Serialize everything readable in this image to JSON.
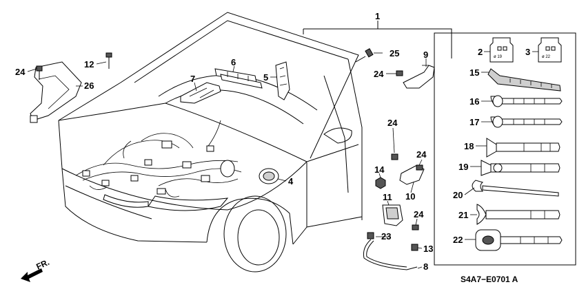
{
  "callouts": {
    "c1": "1",
    "c2": "2",
    "c3": "3",
    "c4": "4",
    "c5": "5",
    "c6": "6",
    "c7": "7",
    "c8": "8",
    "c9": "9",
    "c10": "10",
    "c11": "11",
    "c12": "12",
    "c13": "13",
    "c14": "14",
    "c15": "15",
    "c16": "16",
    "c17": "17",
    "c18": "18",
    "c19": "19",
    "c20": "20",
    "c21": "21",
    "c22": "22",
    "c23": "23",
    "c24a": "24",
    "c24b": "24",
    "c24c": "24",
    "c24d": "24",
    "c24e": "24",
    "c25": "25",
    "c26": "26"
  },
  "clip_labels": {
    "clip2": "ø 19",
    "clip3": "ø 22"
  },
  "front_arrow": "FR.",
  "diagram_code": "S4A7−E0701 A"
}
